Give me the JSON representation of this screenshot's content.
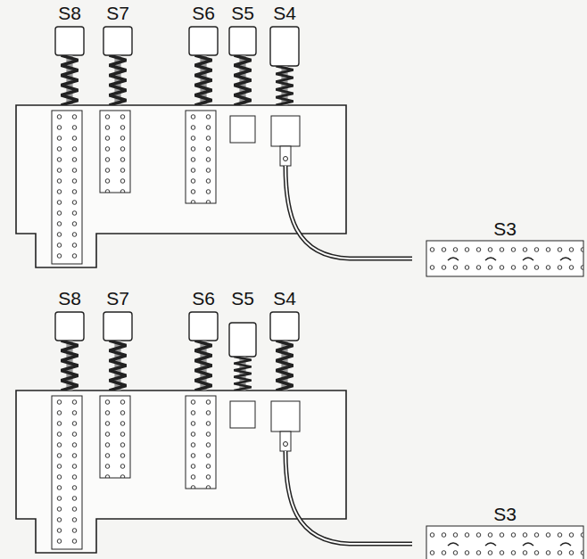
{
  "diagram": {
    "labels": [
      "S8",
      "S7",
      "S6",
      "S5",
      "S4",
      "S3",
      "S8",
      "S7",
      "S6",
      "S5",
      "S4",
      "S3"
    ]
  }
}
